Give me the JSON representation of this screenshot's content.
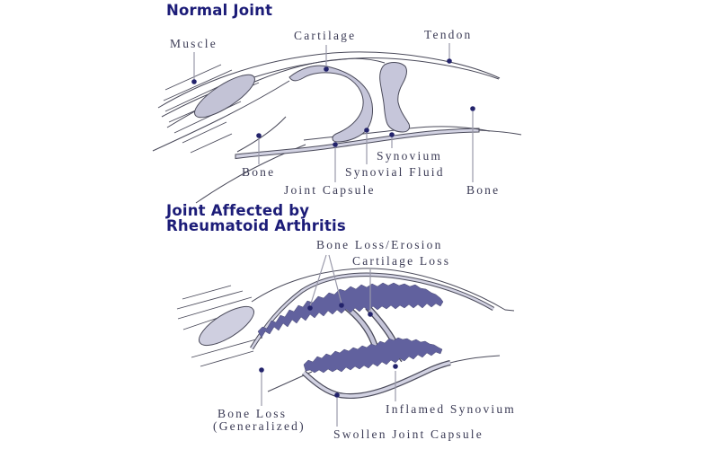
{
  "colors": {
    "background": "#ffffff",
    "title_text": "#1c1c78",
    "label_text": "#3b3b55",
    "outline": "#4a4a5a",
    "cartilage_fill": "#c6c6da",
    "muscle_fill": "#c3c3d6",
    "muscle_fill_ra": "#cfcfe0",
    "pannus_fill": "#61619e",
    "capsule_fill": "#d2d2e2",
    "leader_line": "#9999aa",
    "leader_dot": "#23236b"
  },
  "normal_joint": {
    "title": "Normal Joint",
    "labels": {
      "muscle": "Muscle",
      "cartilage": "Cartilage",
      "tendon": "Tendon",
      "bone_left": "Bone",
      "synovium": "Synovium",
      "synovial_fluid": "Synovial Fluid",
      "joint_capsule": "Joint Capsule",
      "bone_right": "Bone"
    }
  },
  "ra_joint": {
    "title_line1": "Joint Affected by",
    "title_line2": "Rheumatoid Arthritis",
    "labels": {
      "bone_loss_erosion": "Bone Loss/Erosion",
      "cartilage_loss": "Cartilage Loss",
      "bone_loss_line1": "Bone Loss",
      "bone_loss_line2": "(Generalized)",
      "inflamed_synovium": "Inflamed Synovium",
      "swollen_joint_capsule": "Swollen Joint Capsule"
    }
  }
}
